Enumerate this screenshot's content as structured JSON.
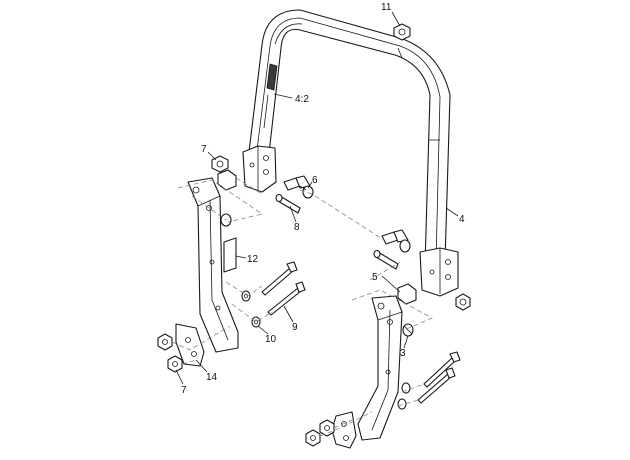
{
  "callouts": {
    "c11": "11",
    "c4_2": "4:2",
    "c7_top": "7",
    "c6": "6",
    "c8": "8",
    "c4": "4",
    "c12": "12",
    "c5": "5",
    "c9": "9",
    "c10": "10",
    "c3": "3",
    "c14": "14",
    "c7_bottom": "7"
  }
}
